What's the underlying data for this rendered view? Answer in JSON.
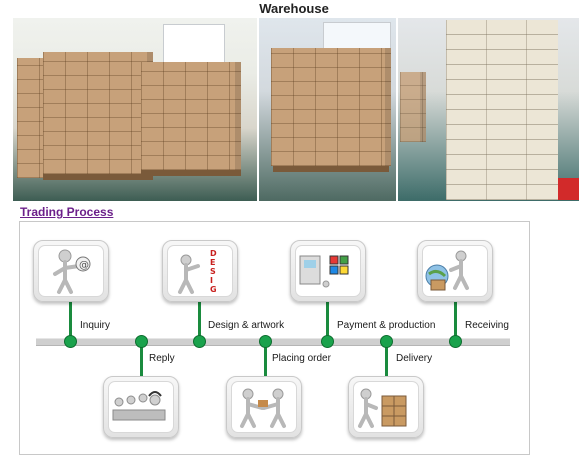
{
  "header": {
    "title": "Warehouse"
  },
  "section": {
    "title": "Trading Process"
  },
  "steps": [
    {
      "label": "Inquiry",
      "icon": "inquiry-figure-icon"
    },
    {
      "label": "Reply",
      "icon": "call-center-icon"
    },
    {
      "label": "Design & artwork",
      "icon": "design-figure-icon"
    },
    {
      "label": "Placing order",
      "icon": "handshake-figures-icon"
    },
    {
      "label": "Payment & production",
      "icon": "payment-production-icon"
    },
    {
      "label": "Delivery",
      "icon": "delivery-boxes-icon"
    },
    {
      "label": "Receiving",
      "icon": "receiving-figure-icon"
    }
  ],
  "colors": {
    "accent_green": "#1aa24c",
    "link_purple": "#6b1f8a",
    "carton_brown": "#c7a17a"
  }
}
